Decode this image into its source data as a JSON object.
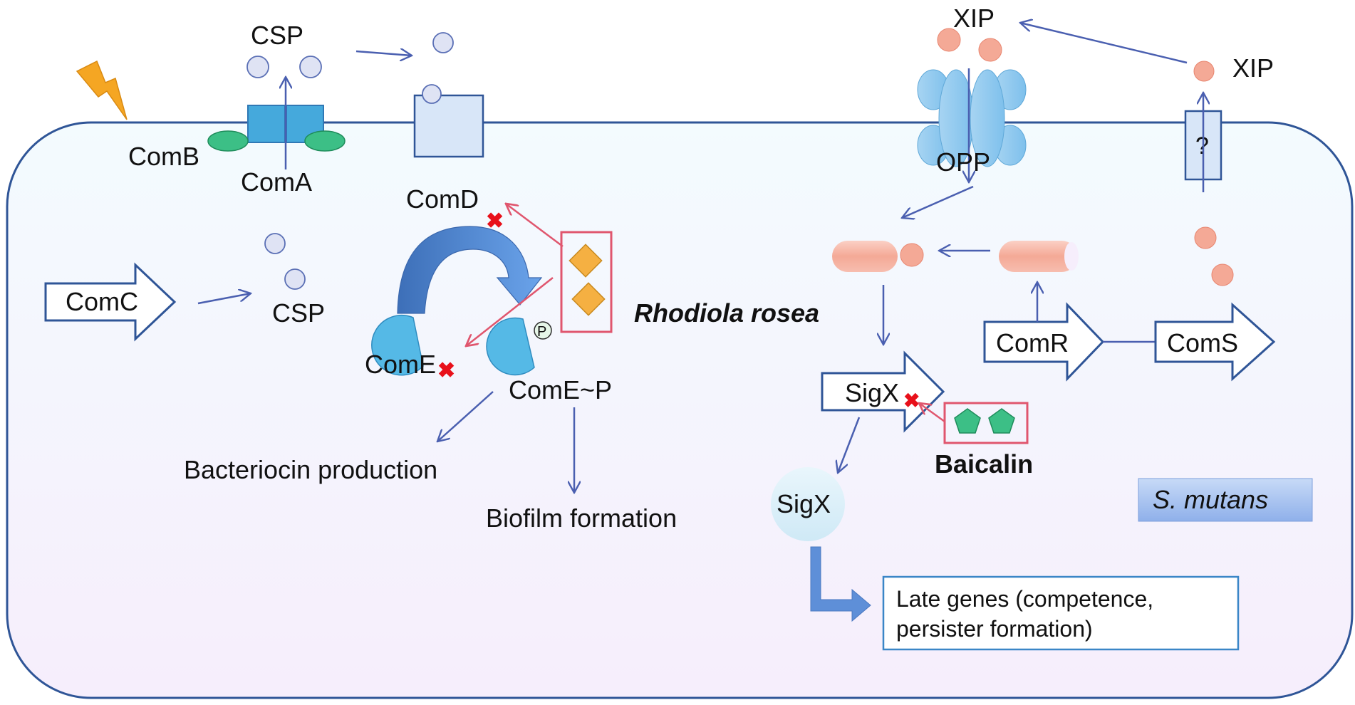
{
  "labels": {
    "csp_top": "CSP",
    "comb": "ComB",
    "coma": "ComA",
    "comd": "ComD",
    "comc": "ComC",
    "csp_mid": "CSP",
    "come": "ComE",
    "p_mark": "P",
    "come_p": "ComE~P",
    "rhodiola": "Rhodiola rosea",
    "bacteriocin": "Bacteriocin production",
    "biofilm": "Biofilm formation",
    "xip_top": "XIP",
    "xip_right": "XIP",
    "opp": "OPP",
    "question": "?",
    "comr": "ComR",
    "coms": "ComS",
    "sigx_gene": "SigX",
    "sigx_protein": "SigX",
    "baicalin": "Baicalin",
    "species": "S. mutans",
    "late_genes_line1": "Late genes (competence,",
    "late_genes_line2": "persister formation)"
  },
  "colors": {
    "cell_border": "#2f5597",
    "arrow_blue": "#4a5fb0",
    "inhibit_red": "#e0566e",
    "x_red": "#e8101a",
    "pink": "#f4a996",
    "teal": "#55b9e6",
    "green": "#3cbf86",
    "orange": "#f5b042",
    "lightning": "#f5a623"
  },
  "icons": [
    "lightning-icon",
    "inhibition-x-icon",
    "pentagon-icon",
    "diamond-icon"
  ]
}
